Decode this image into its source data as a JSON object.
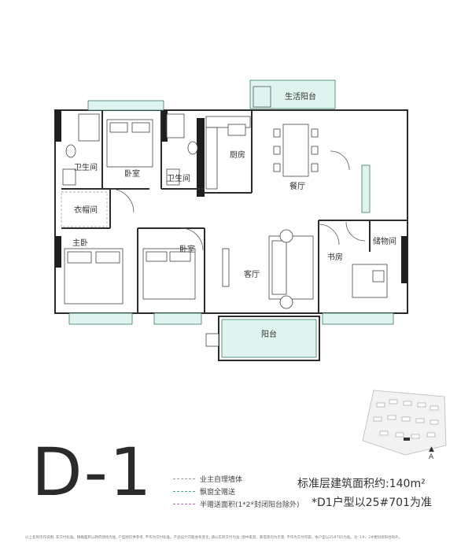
{
  "rooms": {
    "utility_balcony": "生活阳台",
    "bathroom_left": "卫生间",
    "bedroom_top": "卧室",
    "bathroom_mid": "卫生间",
    "kitchen": "厨房",
    "dining": "餐厅",
    "walk_in_closet": "衣帽间",
    "master_bedroom": "主卧",
    "bedroom_mid": "卧室",
    "living_room": "客厅",
    "study": "书房",
    "storage": "储物间",
    "balcony": "阳台"
  },
  "title": "D-1",
  "legend": [
    {
      "label": "业主自理墙体",
      "color": "#9a9a9a"
    },
    {
      "label": "飘窗全赠送",
      "color": "#4aa596"
    },
    {
      "label": "半赠送面积(1*2*封闭阳台除外)",
      "color": "#b46ab0"
    }
  ],
  "area_text": "标准层建筑面积约:140m²",
  "note_text": "*D1户型以25#701为准",
  "north_label": "A",
  "disclaimer": "以上名称仅作说明, 非交付标准。精确面积以政府测绘为准, 户型图仅供参考, 不作为交付标准。产品设计可能会有变化, 请以实际交付为准; 图中家具、家电等均为示意, 不作为交付内容。本户型以25#701为准。注: 1#、2#楼封闭阳台除外。"
}
